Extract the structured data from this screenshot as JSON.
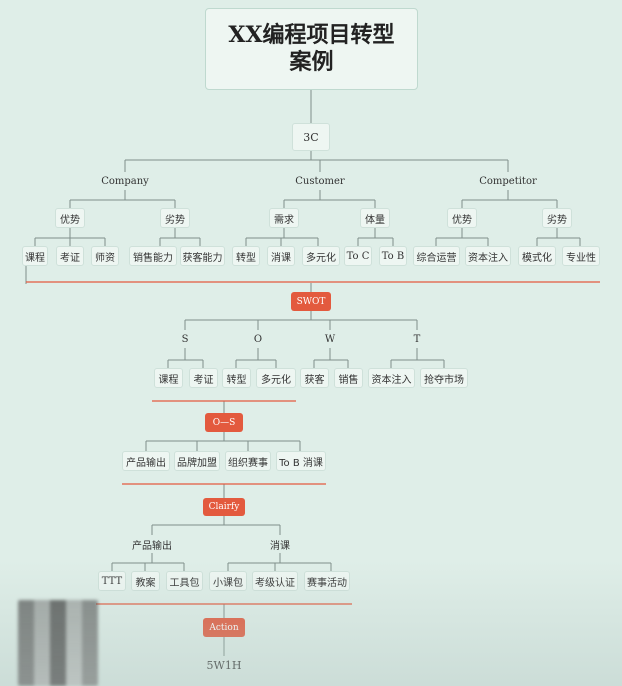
{
  "title": {
    "line1": "XX编程项目转型",
    "line2": "案例"
  },
  "root": "3C",
  "companies": {
    "company": "Company",
    "customer": "Customer",
    "competitor": "Competitor"
  },
  "level2": {
    "company_adv": "优势",
    "company_dis": "劣势",
    "customer_need": "需求",
    "customer_volume": "体量",
    "competitor_adv": "优势",
    "competitor_dis": "劣势"
  },
  "leaves3c": [
    "课程",
    "考证",
    "师资",
    "销售能力",
    "获客能力",
    "转型",
    "消课",
    "多元化",
    "To C",
    "To B",
    "综合运营",
    "资本注入",
    "模式化",
    "专业性"
  ],
  "swot": {
    "label": "SWOT",
    "letters": [
      "S",
      "O",
      "W",
      "T"
    ],
    "leaves": [
      "课程",
      "考证",
      "转型",
      "多元化",
      "获客",
      "销售",
      "资本注入",
      "抢夺市场"
    ]
  },
  "os": {
    "label": "O—S",
    "leaves": [
      "产品输出",
      "品牌加盟",
      "组织赛事",
      "To B 消课"
    ]
  },
  "clarify": {
    "label": "Clairfy",
    "branches": [
      "产品输出",
      "消课"
    ],
    "leaves": [
      "TTT",
      "教案",
      "工具包",
      "小课包",
      "考级认证",
      "赛事活动"
    ]
  },
  "action": {
    "label": "Action",
    "child": "5W1H"
  },
  "colors": {
    "accent": "#e35a3e",
    "line": "#7f8f8a",
    "background": "#dfeee8"
  }
}
